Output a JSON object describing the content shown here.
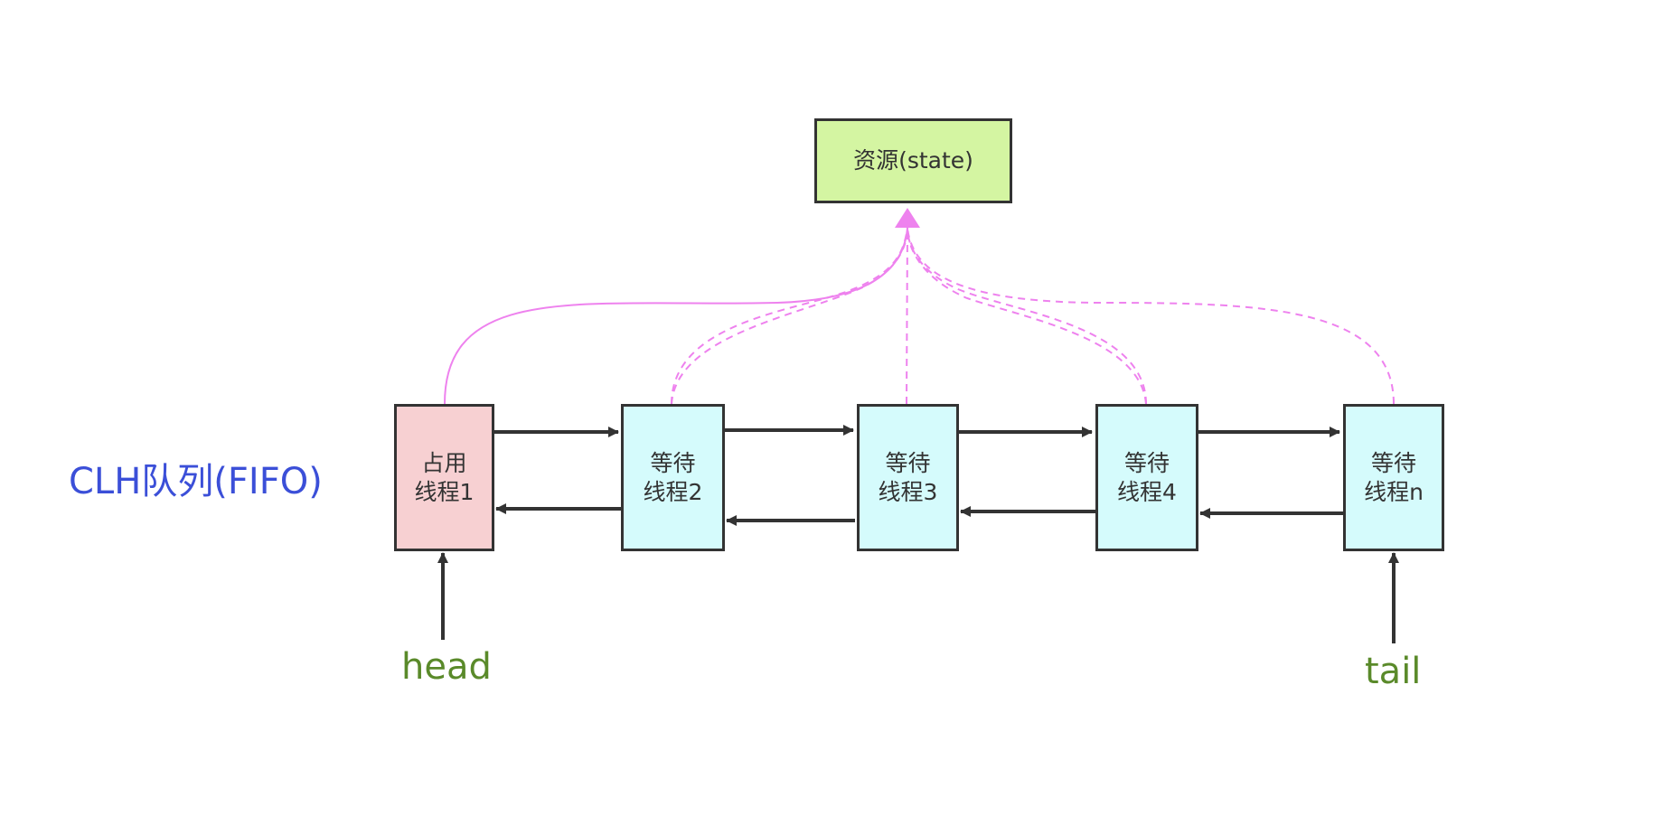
{
  "resource": {
    "label": "资源(state)",
    "color": "#d4f5a2"
  },
  "queue_label": "CLH队列(FIFO)",
  "nodes": [
    {
      "label": "占用\n线程1",
      "color": "#f7d0d2",
      "state": "occupied"
    },
    {
      "label": "等待\n线程2",
      "color": "#d5fbfc",
      "state": "waiting"
    },
    {
      "label": "等待\n线程3",
      "color": "#d5fbfc",
      "state": "waiting"
    },
    {
      "label": "等待\n线程4",
      "color": "#d5fbfc",
      "state": "waiting"
    },
    {
      "label": "等待\n线程n",
      "color": "#d5fbfc",
      "state": "waiting"
    }
  ],
  "pointers": {
    "head": "head",
    "tail": "tail"
  },
  "colors": {
    "queue_label": "#3b4fd8",
    "pointer_label": "#5a8a2a",
    "resource_link": "#ee82ee",
    "arrow": "#333333"
  }
}
